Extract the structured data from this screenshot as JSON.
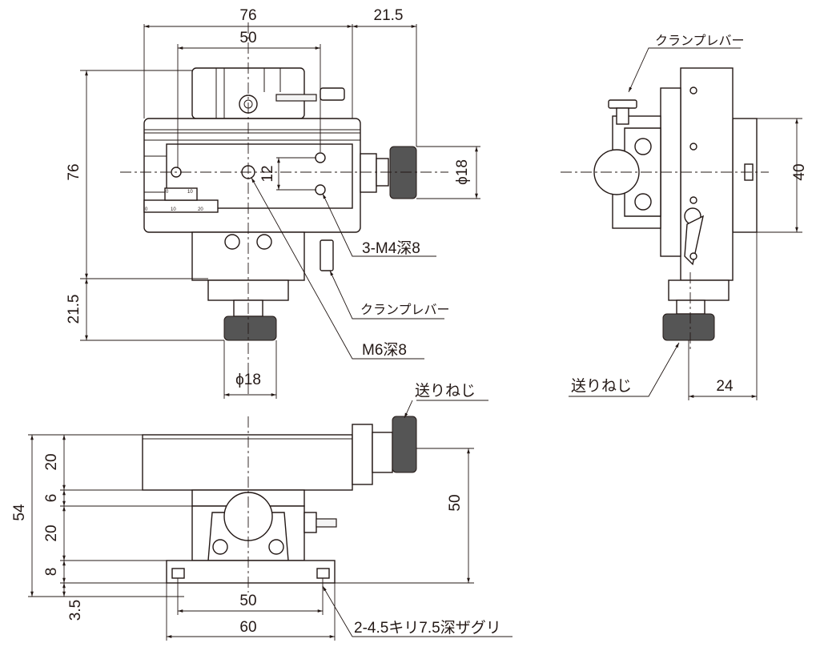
{
  "front_view": {
    "width_76": "76",
    "offset_21_5": "21.5",
    "hole_pitch_50": "50",
    "height_76": "76",
    "knob_21_5": "21.5",
    "knob_dia_right": "ϕ18",
    "hole_pitch_12": "12",
    "knob_dia_bottom": "ϕ18",
    "tapped_holes": "3-M4深8",
    "clamp_lever": "クランプレバー",
    "center_hole": "M6深8",
    "scale_ticks_a": [
      "0",
      "10",
      "20"
    ],
    "scale_ticks_b": [
      "0",
      "10"
    ]
  },
  "side_view": {
    "clamp_lever": "クランプレバー",
    "height_40": "40",
    "width_24": "24",
    "feed_screw": "送りねじ"
  },
  "bottom_view": {
    "feed_screw": "送りねじ",
    "total_54": "54",
    "seg_20a": "20",
    "seg_6": "6",
    "seg_20b": "20",
    "seg_8": "8",
    "seg_3_5": "3.5",
    "height_50": "50",
    "hole_pitch_50": "50",
    "base_60": "60",
    "counterbore": "2-4.5キリ7.5深ザグリ"
  }
}
